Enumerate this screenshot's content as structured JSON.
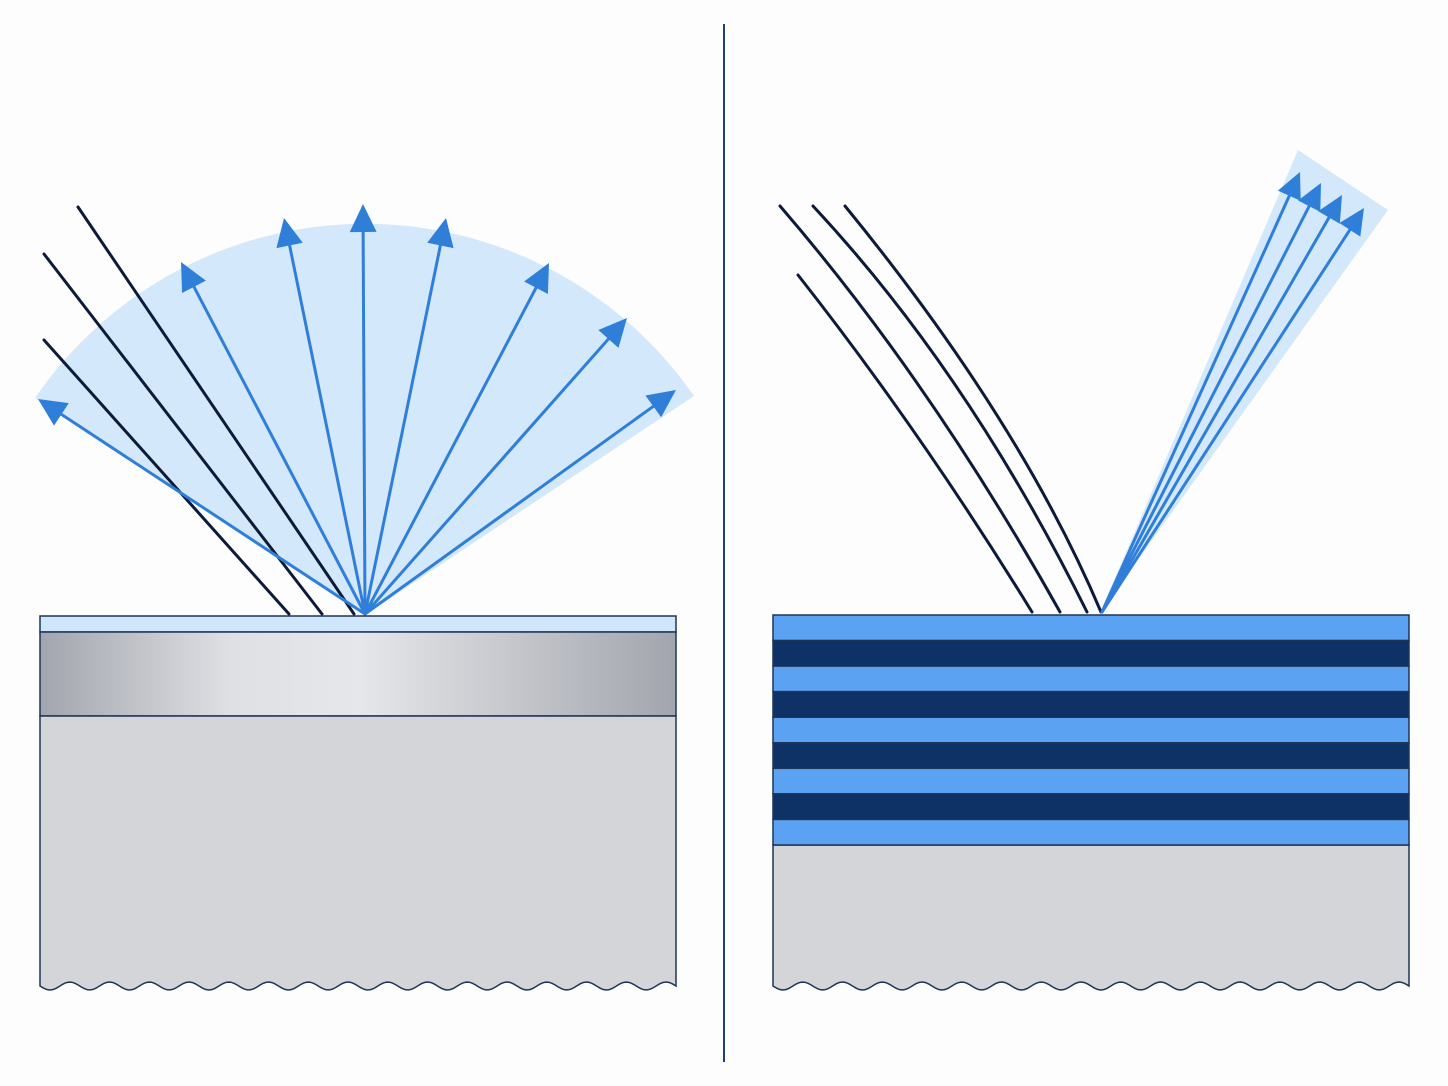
{
  "colors": {
    "background": "#fdfdfd",
    "divider": "#1f3f6e",
    "incident_ray": "#0d1b3a",
    "reflected_ray": "#2f7fd9",
    "glow": "#cfe6fb",
    "coating": "#cfe6fb",
    "metal_mid": "#dfe0e4",
    "metal_edge": "#a2a5ad",
    "substrate": "#d3d5d9",
    "outline": "#1d3558",
    "layer_light": "#5ba2f2",
    "layer_dark": "#0e3166"
  },
  "left_panel": {
    "incident_rays": 3,
    "reflected_rays": 8,
    "reflection": "diffuse"
  },
  "right_panel": {
    "incident_rays": 4,
    "reflected_rays": 4,
    "reflection": "specular",
    "stack": [
      "light",
      "dark",
      "light",
      "dark",
      "light",
      "dark",
      "light",
      "dark",
      "light"
    ]
  }
}
